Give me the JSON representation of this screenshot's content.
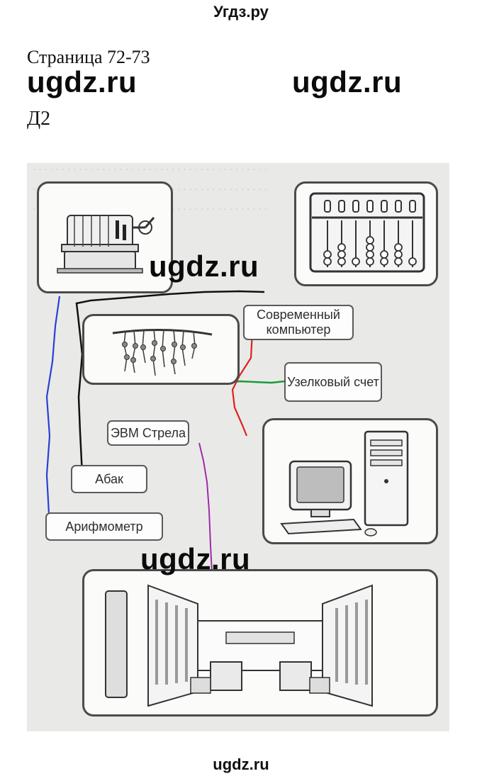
{
  "header": {
    "site": "Угдз.ру",
    "page_ref": "Страница 72-73",
    "task": "Д2"
  },
  "watermarks": [
    "ugdz.ru",
    "ugdz.ru",
    "ugdz.ru",
    "ugdz.ru"
  ],
  "labels": {
    "modern_computer": "Современный компьютер",
    "knot_count": "Узелковый счет",
    "evm_strela": "ЭВМ Стрела",
    "abacus": "Абак",
    "arithmometer": "Арифмометр"
  },
  "footer": {
    "site": "ugdz.ru"
  },
  "icons": [
    "arithmometer-picture-icon",
    "abacus-picture-icon",
    "knot-count-picture-icon",
    "modern-computer-picture-icon",
    "evm-strela-room-picture-icon"
  ],
  "colors": {
    "line_black": "#111111",
    "line_blue": "#2b3fd4",
    "line_green": "#1a9a3a",
    "line_red": "#e0201c",
    "line_purple": "#a02aa8"
  }
}
